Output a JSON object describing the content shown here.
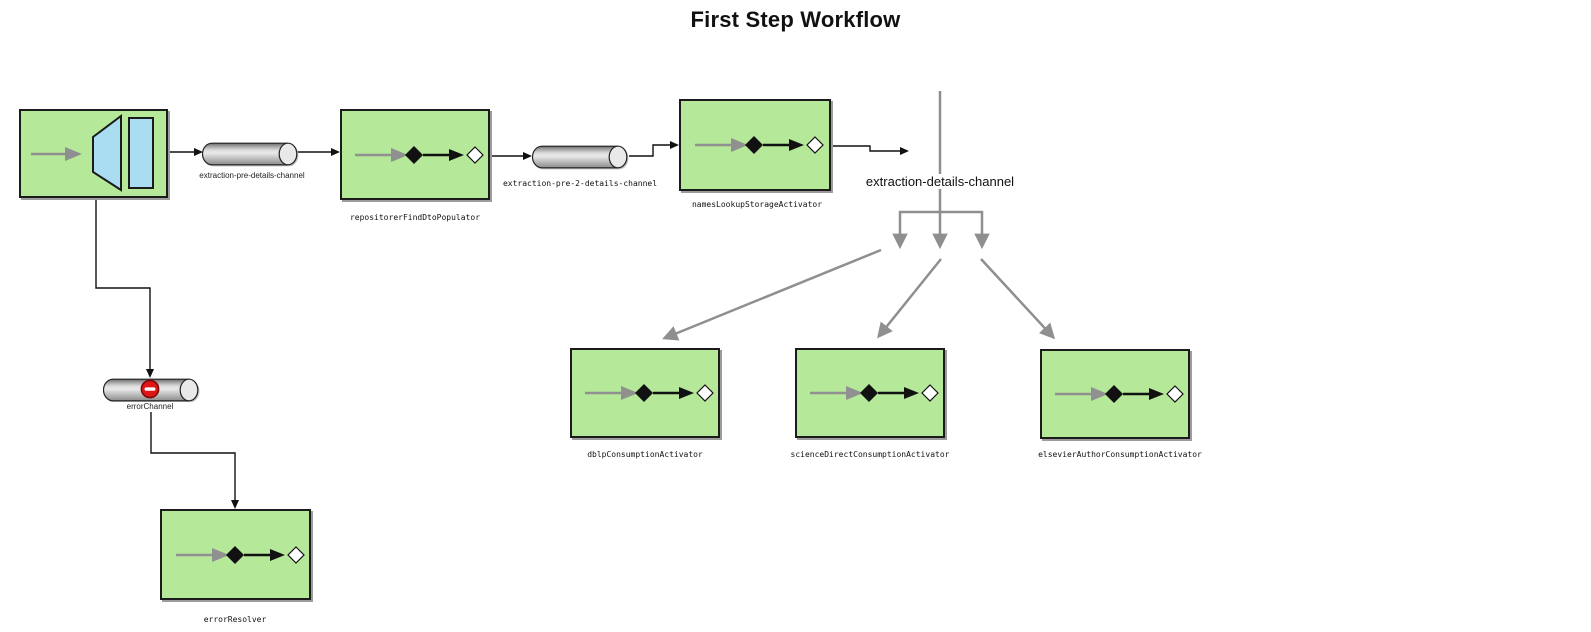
{
  "title": "First Step Workflow",
  "nodes": {
    "repositorer": {
      "label": "repositorerFindDtoPopulator"
    },
    "namesLookup": {
      "label": "namesLookupStorageActivator"
    },
    "dblp": {
      "label": "dblpConsumptionActivator"
    },
    "scienceDirect": {
      "label": "scienceDirectConsumptionActivator"
    },
    "elsevierAuthor": {
      "label": "elsevierAuthorConsumptionActivator"
    },
    "errorResolver": {
      "label": "errorResolver"
    }
  },
  "channels": {
    "extractionPreDetails": {
      "label": "extraction-pre-details-channel"
    },
    "extractionPre2Details": {
      "label": "extraction-pre-2-details-channel"
    },
    "extractionDetails": {
      "label": "extraction-details-channel"
    },
    "errorChannel": {
      "label": "errorChannel"
    }
  },
  "colors": {
    "node_fill": "#b6e89a",
    "node_border": "#1b1b1b",
    "adapter_icon_blue": "#aadcf2",
    "wire_black": "#111111",
    "fanout_gray": "#8f8f8f",
    "cylinder_cap_gray": "#e9e9e9",
    "error_red": "#e01616"
  }
}
